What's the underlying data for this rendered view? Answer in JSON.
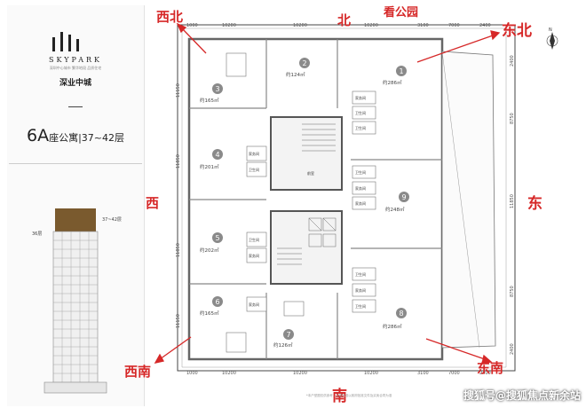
{
  "brand": {
    "name": "SKYPARK",
    "subtitle": "深圳中心城市 繁华地段 品质住宅",
    "city": "深业中城"
  },
  "building": {
    "code": "6A",
    "type": "座公寓",
    "floors": "37~42层",
    "elev_label_top": "37~42层",
    "elev_label_low": "36层"
  },
  "directions": {
    "northwest": "西北",
    "north": "北",
    "park": "看公园",
    "northeast": "东北",
    "west": "西",
    "east": "东",
    "southwest": "西南",
    "south": "南",
    "southeast": "东南"
  },
  "dimensions": {
    "top": [
      "1000",
      "10200",
      "10200",
      "10200",
      "3100",
      "7000",
      "2400"
    ],
    "bottom": [
      "1000",
      "10200",
      "10200",
      "10200",
      "3100",
      "7000",
      "2400"
    ],
    "left": [
      "11150",
      "11850",
      "11850",
      "11150"
    ],
    "right": [
      "2400",
      "8750",
      "11850",
      "8750",
      "2400"
    ]
  },
  "units": [
    {
      "num": "1",
      "area": "约286㎡"
    },
    {
      "num": "2",
      "area": "约124㎡"
    },
    {
      "num": "3",
      "area": "约165㎡"
    },
    {
      "num": "4",
      "area": "约201㎡"
    },
    {
      "num": "5",
      "area": "约202㎡"
    },
    {
      "num": "6",
      "area": "约165㎡"
    },
    {
      "num": "7",
      "area": "约126㎡"
    },
    {
      "num": "8",
      "area": "约286㎡"
    },
    {
      "num": "9",
      "area": "约248㎡"
    }
  ],
  "rooms": {
    "bath": "卫生间",
    "laundry": "家务间",
    "lobby": "前室"
  },
  "compass": "N",
  "footnote": "*本户型图仅供参考，交楼标准以政府批准文件及买卖合同为准",
  "watermark": "搜狐号@搜狐焦点新余站",
  "colors": {
    "direction": "#d62828",
    "unit_badge": "#8a8a8a",
    "core": "#555555"
  }
}
